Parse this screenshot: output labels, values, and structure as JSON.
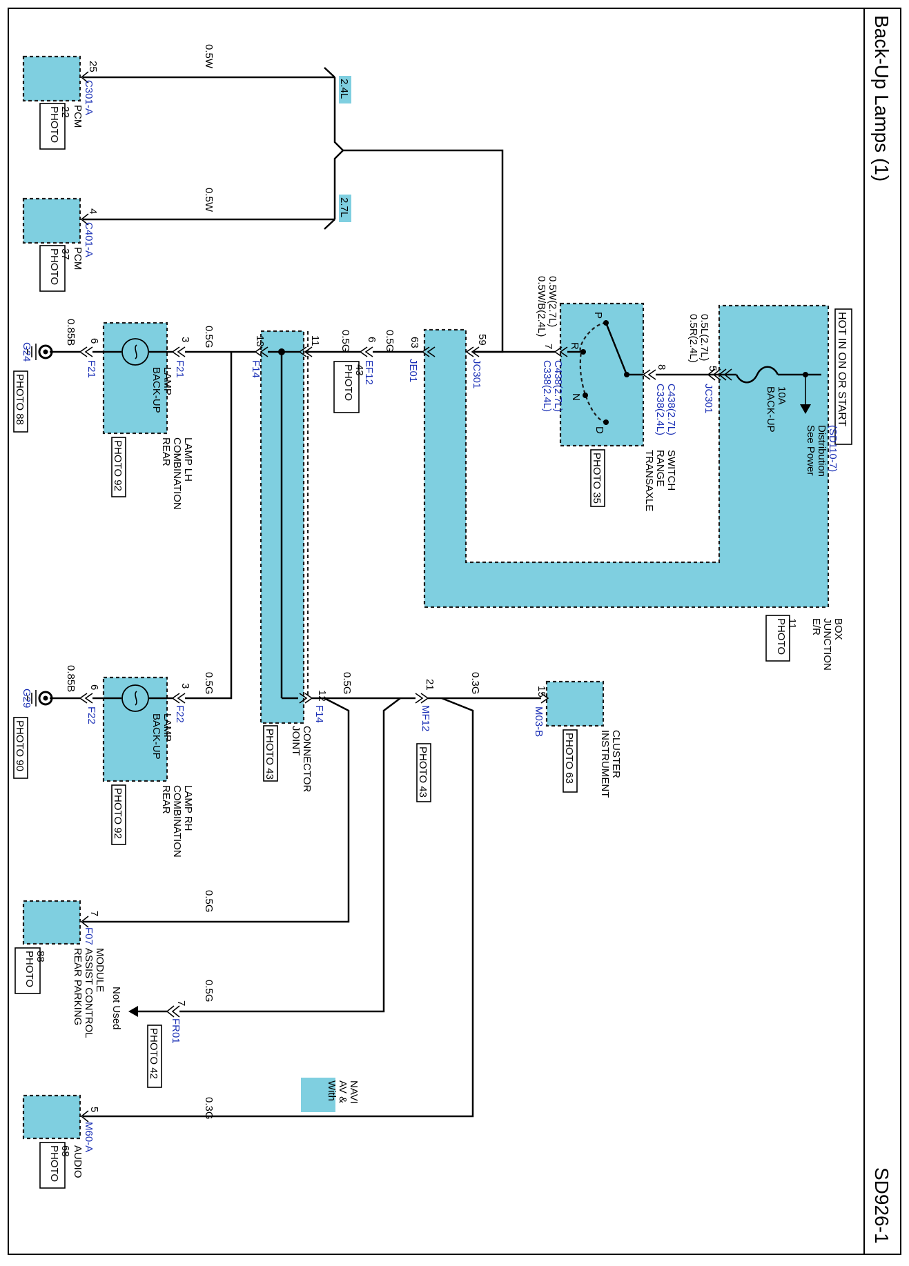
{
  "header": {
    "title": "Back-Up Lamps (1)",
    "page_code": "SD926-1"
  },
  "power": {
    "hot_label": "HOT IN ON OR START",
    "see_power_line1": "See Power",
    "see_power_line2": "Distribution",
    "see_power_ref": "(SD110-7)",
    "fuse_line1": "BACK-UP",
    "fuse_line2": "10A"
  },
  "junction_box": {
    "line1": "E/R",
    "line2": "JUNCTION",
    "line3": "BOX",
    "photo_line1": "PHOTO",
    "photo_line2": "11"
  },
  "connectors": {
    "jc301_top": "JC301",
    "jc301_mid": "JC301",
    "je01": "JE01",
    "ef12": "EF12",
    "f14_a": "F14",
    "f14_b": "F14",
    "f21_a": "F21",
    "f21_b": "F21",
    "f22_a": "F22",
    "f22_b": "F22",
    "mf12": "MF12",
    "m03b": "M03-B",
    "c301a": "C301-A",
    "c401a": "C401-A",
    "f07": "F07",
    "fr01": "FR01",
    "m60a": "M60-A",
    "c338_in_1": "C338(2.4L)",
    "c338_in_2": "C438(2.7L)",
    "c338_out_1": "C338(2.4L)",
    "c338_out_2": "C438(2.7L)"
  },
  "grounds": {
    "g24": "G24",
    "g29": "G29"
  },
  "pins": {
    "p5": "5",
    "p8": "8",
    "p7": "7",
    "p59": "59",
    "p63": "63",
    "p6ef": "6",
    "p11": "11",
    "p13": "13",
    "p3a": "3",
    "p6a": "6",
    "p12": "12",
    "p21": "21",
    "p15": "15",
    "p3b": "3",
    "p6b": "6",
    "p25": "25",
    "p4": "4",
    "p7f": "7",
    "p7fr": "7",
    "p5m": "5"
  },
  "wires": {
    "w_top": "0.5R(2.4L)",
    "w_top2": "0.5L(2.7L)",
    "w_trans1": "0.5W/B(2.4L)",
    "w_trans2": "0.5W(2.7L)",
    "w_je01": "0.5G",
    "w_ef12": "0.5G",
    "w_f14a": "0.5G",
    "w_lh": "0.85B",
    "w_f14b": "0.5G",
    "w_mf12": "0.3G",
    "w_rh_feed": "0.5G",
    "w_rh": "0.85B",
    "w_pcm1": "0.5W",
    "w_pcm2": "0.5W",
    "w_f07": "0.5G",
    "w_fr01": "0.5G",
    "w_m60": "0.3G"
  },
  "variants": {
    "v24": "2.4L",
    "v27": "2.7L",
    "with1": "With",
    "with2": "AV &",
    "with3": "NAVI"
  },
  "switch": {
    "name1": "TRANSAXLE",
    "name2": "RANGE",
    "name3": "SWITCH",
    "photo": "PHOTO 35",
    "pos_p": "P",
    "pos_r": "R",
    "pos_n": "N",
    "pos_d": "D"
  },
  "joint": {
    "name1": "JOINT",
    "name2": "CONNECTOR",
    "photo": "PHOTO 43",
    "ef12_photo1": "PHOTO",
    "ef12_photo2": "43"
  },
  "lamps": {
    "lh_bulb1": "BACK-UP",
    "lh_bulb2": "LAMP",
    "lh_name1": "REAR",
    "lh_name2": "COMBINATION",
    "lh_name3": "LAMP LH",
    "lh_photo": "PHOTO 92",
    "rh_bulb1": "BACK-UP",
    "rh_bulb2": "LAMP",
    "rh_name1": "REAR",
    "rh_name2": "COMBINATION",
    "rh_name3": "LAMP RH",
    "rh_photo": "PHOTO 92"
  },
  "modules": {
    "ic1": "INSTRUMENT",
    "ic2": "CLUSTER",
    "ic_photo": "PHOTO 63",
    "mf12_photo": "PHOTO 43",
    "pcm1": "PCM",
    "pcm1_photo1": "PHOTO",
    "pcm1_photo2": "22",
    "pcm2": "PCM",
    "pcm2_photo1": "PHOTO",
    "pcm2_photo2": "37",
    "rpa1": "REAR PARKING",
    "rpa2": "ASSIST CONTROL",
    "rpa3": "MODULE",
    "rpa_photo1": "PHOTO",
    "rpa_photo2": "88",
    "not_used": "Not Used",
    "fr01_photo": "PHOTO 42",
    "audio": "AUDIO",
    "audio_photo1": "PHOTO",
    "audio_photo2": "68",
    "g24_photo": "PHOTO 88",
    "g29_photo": "PHOTO 90"
  }
}
